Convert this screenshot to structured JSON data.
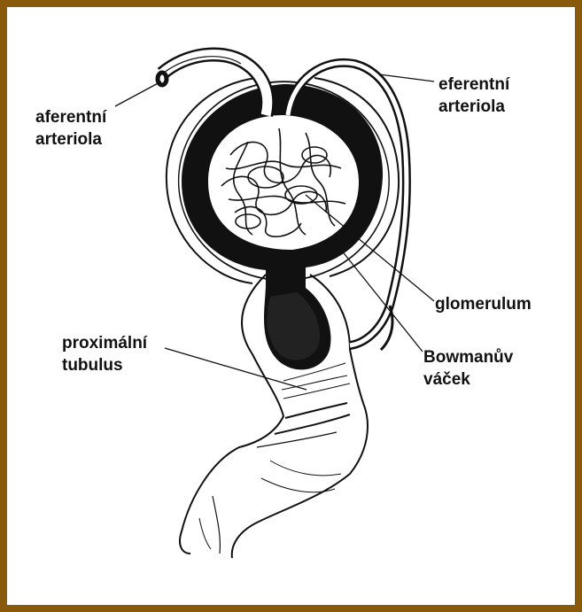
{
  "labels": {
    "afferent_line1": "aferentní",
    "afferent_line2": "arteriola",
    "efferent_line1": "eferentní",
    "efferent_line2": "arteriola",
    "glomerulum": "glomerulum",
    "bowman_line1": "Bowmanův",
    "bowman_line2": "váček",
    "proximal_line1": "proximální",
    "proximal_line2": "tubulus"
  },
  "colors": {
    "frame": "#8a5a0c",
    "background": "#ffffff",
    "ink": "#111111"
  }
}
